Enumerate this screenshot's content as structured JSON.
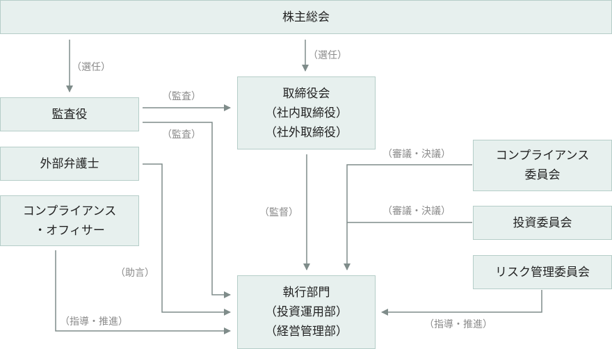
{
  "nodes": {
    "shareholders": "株主総会",
    "auditor": "監査役",
    "board": [
      "取締役会",
      "（社内取締役）",
      "（社外取締役）"
    ],
    "lawyer": "外部弁護士",
    "compliance_committee": [
      "コンプライアンス",
      "委員会"
    ],
    "investment_committee": "投資委員会",
    "compliance_officer": [
      "コンプライアンス",
      "・オフィサー"
    ],
    "risk_committee": "リスク管理委員会",
    "executive": [
      "執行部門",
      "（投資運用部）",
      "（経営管理部）"
    ]
  },
  "labels": {
    "elect_auditor": "（選任）",
    "elect_board": "（選任）",
    "audit_board": "（監査）",
    "audit_executive": "（監査）",
    "deliberation_compliance": "（審議・決議）",
    "deliberation_investment": "（審議・決議）",
    "supervision": "（監督）",
    "advice": "（助言）",
    "guidance_officer": "（指導・推進）",
    "guidance_risk": "（指導・推進）"
  },
  "colors": {
    "box_fill": "#e7f0ee",
    "box_border": "#b5cdc8",
    "line": "#7f8c8a",
    "label_text": "#8a8a8a",
    "node_text": "#222222"
  }
}
